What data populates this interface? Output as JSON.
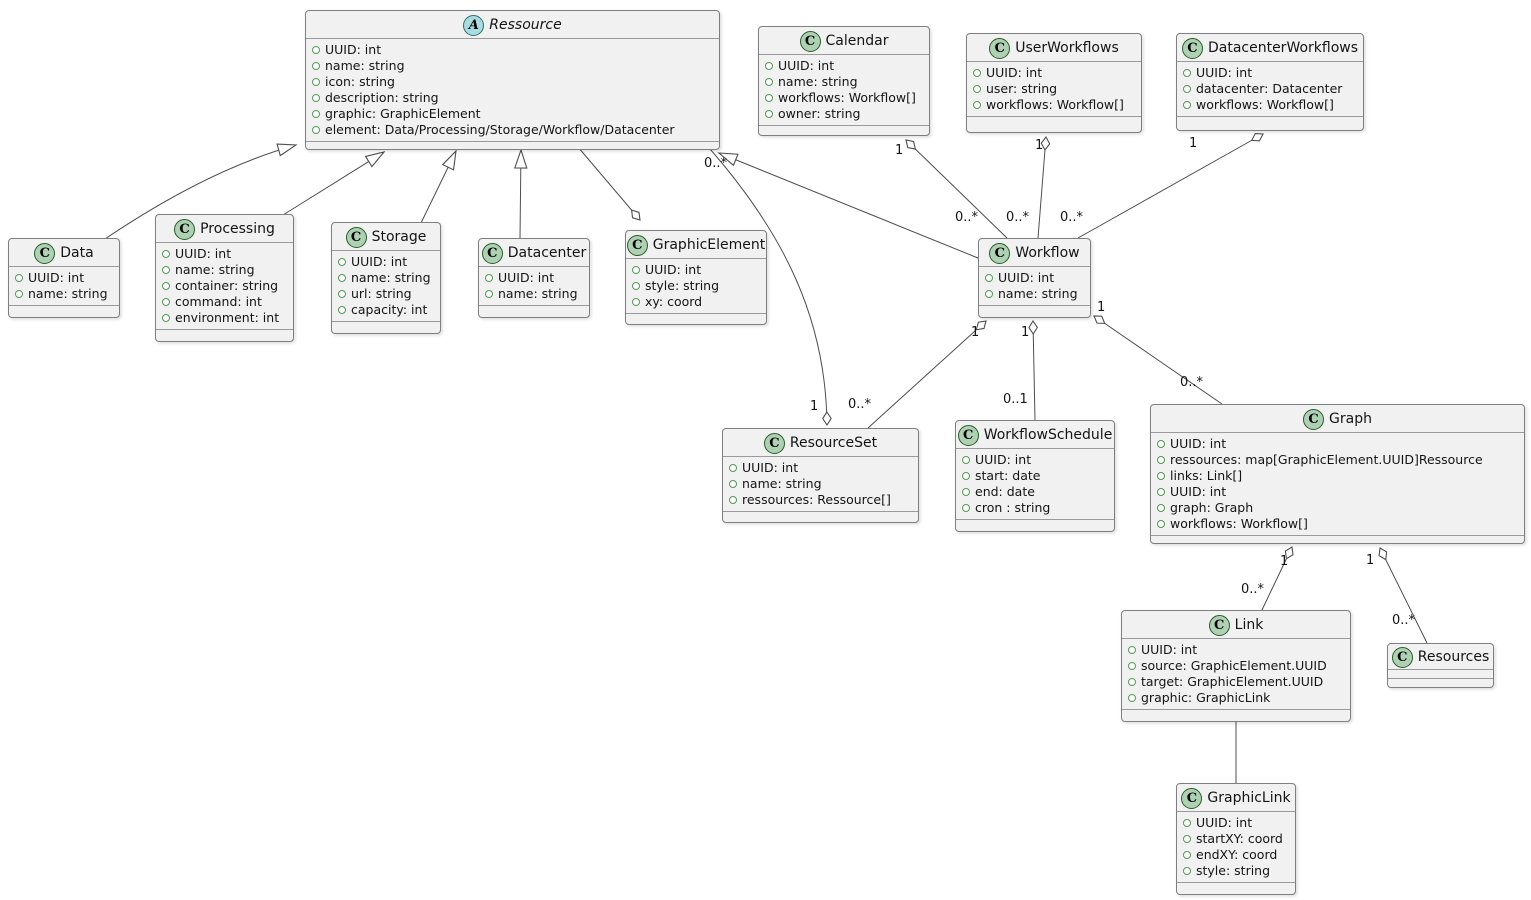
{
  "diagram": {
    "type": "uml-class-diagram",
    "colors": {
      "box_background": "#f1f1f1",
      "box_border": "#7f7f7f",
      "class_icon": "#add1b2",
      "abstract_icon": "#a9dcdf",
      "field_dot": "#4f9b51",
      "edge": "#4e4e4e"
    },
    "classes": [
      {
        "name": "Ressource",
        "kind": "abstract",
        "icon_letter": "A",
        "attributes": [
          "UUID: int",
          "name: string",
          "icon: string",
          "description: string",
          "graphic: GraphicElement",
          "element: Data/Processing/Storage/Workflow/Datacenter"
        ]
      },
      {
        "name": "Calendar",
        "kind": "class",
        "icon_letter": "C",
        "attributes": [
          "UUID: int",
          "name: string",
          "workflows: Workflow[]",
          "owner: string"
        ]
      },
      {
        "name": "UserWorkflows",
        "kind": "class",
        "icon_letter": "C",
        "attributes": [
          "UUID: int",
          "user: string",
          "workflows: Workflow[]"
        ]
      },
      {
        "name": "DatacenterWorkflows",
        "kind": "class",
        "icon_letter": "C",
        "attributes": [
          "UUID: int",
          "datacenter: Datacenter",
          "workflows: Workflow[]"
        ]
      },
      {
        "name": "Data",
        "kind": "class",
        "icon_letter": "C",
        "attributes": [
          "UUID: int",
          "name: string"
        ]
      },
      {
        "name": "Processing",
        "kind": "class",
        "icon_letter": "C",
        "attributes": [
          "UUID: int",
          "name: string",
          "container: string",
          "command: int",
          "environment: int"
        ]
      },
      {
        "name": "Storage",
        "kind": "class",
        "icon_letter": "C",
        "attributes": [
          "UUID: int",
          "name: string",
          "url: string",
          "capacity: int"
        ]
      },
      {
        "name": "Datacenter",
        "kind": "class",
        "icon_letter": "C",
        "attributes": [
          "UUID: int",
          "name: string"
        ]
      },
      {
        "name": "GraphicElement",
        "kind": "class",
        "icon_letter": "C",
        "attributes": [
          "UUID: int",
          "style: string",
          "xy: coord"
        ]
      },
      {
        "name": "Workflow",
        "kind": "class",
        "icon_letter": "C",
        "attributes": [
          "UUID: int",
          "name: string"
        ]
      },
      {
        "name": "ResourceSet",
        "kind": "class",
        "icon_letter": "C",
        "attributes": [
          "UUID: int",
          "name: string",
          "ressources: Ressource[]"
        ]
      },
      {
        "name": "WorkflowSchedule",
        "kind": "class",
        "icon_letter": "C",
        "attributes": [
          "UUID: int",
          "start: date",
          "end: date",
          "cron : string"
        ]
      },
      {
        "name": "Graph",
        "kind": "class",
        "icon_letter": "C",
        "attributes": [
          "UUID: int",
          "ressources: map[GraphicElement.UUID]Ressource",
          "links: Link[]",
          "UUID: int",
          "graph: Graph",
          "workflows: Workflow[]"
        ]
      },
      {
        "name": "Link",
        "kind": "class",
        "icon_letter": "C",
        "attributes": [
          "UUID: int",
          "source: GraphicElement.UUID",
          "target: GraphicElement.UUID",
          "graphic: GraphicLink"
        ]
      },
      {
        "name": "Resources",
        "kind": "class",
        "icon_letter": "C",
        "attributes": []
      },
      {
        "name": "GraphicLink",
        "kind": "class",
        "icon_letter": "C",
        "attributes": [
          "UUID: int",
          "startXY: coord",
          "endXY: coord",
          "style: string"
        ]
      }
    ],
    "relations": [
      {
        "id": "calendar-workflow",
        "type": "aggregation",
        "aggregate": "Calendar",
        "part": "Workflow",
        "aggregate_mult": "1",
        "part_mult": "0..*"
      },
      {
        "id": "userworkflows-workflow",
        "type": "aggregation",
        "aggregate": "UserWorkflows",
        "part": "Workflow",
        "aggregate_mult": "1",
        "part_mult": "0..*"
      },
      {
        "id": "datacenterworkflows-workflow",
        "type": "aggregation",
        "aggregate": "DatacenterWorkflows",
        "part": "Workflow",
        "aggregate_mult": "1",
        "part_mult": "0..*"
      },
      {
        "id": "resourceset-ressource",
        "type": "aggregation",
        "aggregate": "ResourceSet",
        "part": "Ressource",
        "aggregate_mult": "1",
        "part_mult": "0..*"
      },
      {
        "id": "workflow-resourceset",
        "type": "aggregation",
        "aggregate": "Workflow",
        "part": "ResourceSet",
        "aggregate_mult": "1",
        "part_mult": "0..*"
      },
      {
        "id": "workflow-workflowschedule",
        "type": "aggregation",
        "aggregate": "Workflow",
        "part": "WorkflowSchedule",
        "aggregate_mult": "1",
        "part_mult": "0..1"
      },
      {
        "id": "workflow-graph",
        "type": "aggregation",
        "aggregate": "Workflow",
        "part": "Graph",
        "aggregate_mult": "1",
        "part_mult": "0..*"
      },
      {
        "id": "graph-link",
        "type": "aggregation",
        "aggregate": "Graph",
        "part": "Link",
        "aggregate_mult": "1",
        "part_mult": "0..*"
      },
      {
        "id": "graph-resources",
        "type": "aggregation",
        "aggregate": "Graph",
        "part": "Resources",
        "aggregate_mult": "1",
        "part_mult": "0..*"
      },
      {
        "id": "data-ressource",
        "type": "generalization",
        "child": "Data",
        "parent": "Ressource"
      },
      {
        "id": "processing-ressource",
        "type": "generalization",
        "child": "Processing",
        "parent": "Ressource"
      },
      {
        "id": "storage-ressource",
        "type": "generalization",
        "child": "Storage",
        "parent": "Ressource"
      },
      {
        "id": "datacenter-ressource",
        "type": "generalization",
        "child": "Datacenter",
        "parent": "Ressource"
      },
      {
        "id": "workflow-ressource",
        "type": "generalization",
        "child": "Workflow",
        "parent": "Ressource"
      },
      {
        "id": "ressource-graphicelement",
        "type": "aggregation",
        "aggregate": "GraphicElement",
        "part": "Ressource"
      },
      {
        "id": "link-graphiclink",
        "type": "association",
        "from": "Link",
        "to": "GraphicLink"
      }
    ]
  }
}
